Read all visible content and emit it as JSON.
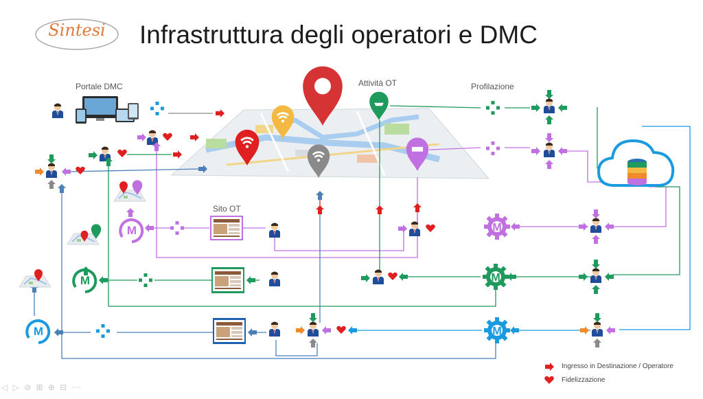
{
  "title": "Infrastruttura degli operatori e DMC",
  "logo_text": "Sintesi",
  "labels": {
    "portale_dmc": "Portale DMC",
    "attivita_ot": "Attività OT",
    "profilazione": "Profilazione",
    "sito_ot": "Sito OT"
  },
  "legend": [
    {
      "text": "Ingresso in Destinazione / Operatore",
      "icon": "red-arrow-icon",
      "color": "#e02020"
    },
    {
      "text": "Fidelizzazione",
      "icon": "heart-icon",
      "color": "#e02020"
    }
  ],
  "gear_letter": "M",
  "colors": {
    "red": "#e02020",
    "purple": "#c070e0",
    "green": "#1e9a5c",
    "blue": "#1a9be0",
    "orange": "#f08a2a",
    "gray": "#8a8a8a",
    "steelblue": "#4a7fb8",
    "yellow": "#f4b942"
  },
  "slide_controls": "◁ ▷ ⊘ ⊞ ⊕ ⊟ ⋯"
}
